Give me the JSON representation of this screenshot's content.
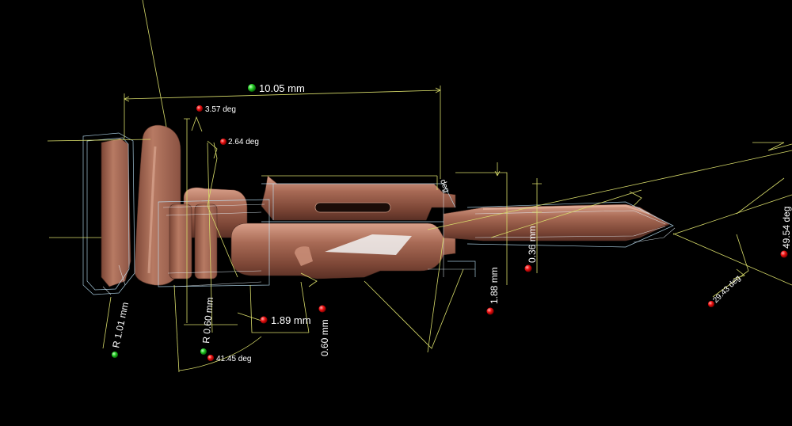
{
  "scene": {
    "background": "#000000",
    "part_color": "#a86a55",
    "dimension_line_color": "#d8dc6a",
    "cad_edge_color": "#bfe9ff"
  },
  "measurements": [
    {
      "id": "m1",
      "text": "10.05 mm",
      "marker": "green"
    },
    {
      "id": "m2",
      "text": "3.57 deg",
      "marker": "red"
    },
    {
      "id": "m3",
      "text": "2.64 deg",
      "marker": "red"
    },
    {
      "id": "m4",
      "text": "deg",
      "marker": "none"
    },
    {
      "id": "m5",
      "text": "0.36 mm",
      "marker": "red"
    },
    {
      "id": "m6",
      "text": "1.88 mm",
      "marker": "red"
    },
    {
      "id": "m7",
      "text": "49.54 deg",
      "marker": "red"
    },
    {
      "id": "m8",
      "text": "29.43 deg",
      "marker": "red"
    },
    {
      "id": "m9",
      "text": "R 1.01 mm",
      "marker": "green"
    },
    {
      "id": "m10",
      "text": "R 0.60 mm",
      "marker": "green"
    },
    {
      "id": "m11",
      "text": "41.45 deg",
      "marker": "red"
    },
    {
      "id": "m12",
      "text": "1.89 mm",
      "marker": "red"
    },
    {
      "id": "m13",
      "text": "0.60 mm",
      "marker": "red"
    }
  ],
  "marker_colors": {
    "green": "#22cc22",
    "red": "#ee1111"
  }
}
